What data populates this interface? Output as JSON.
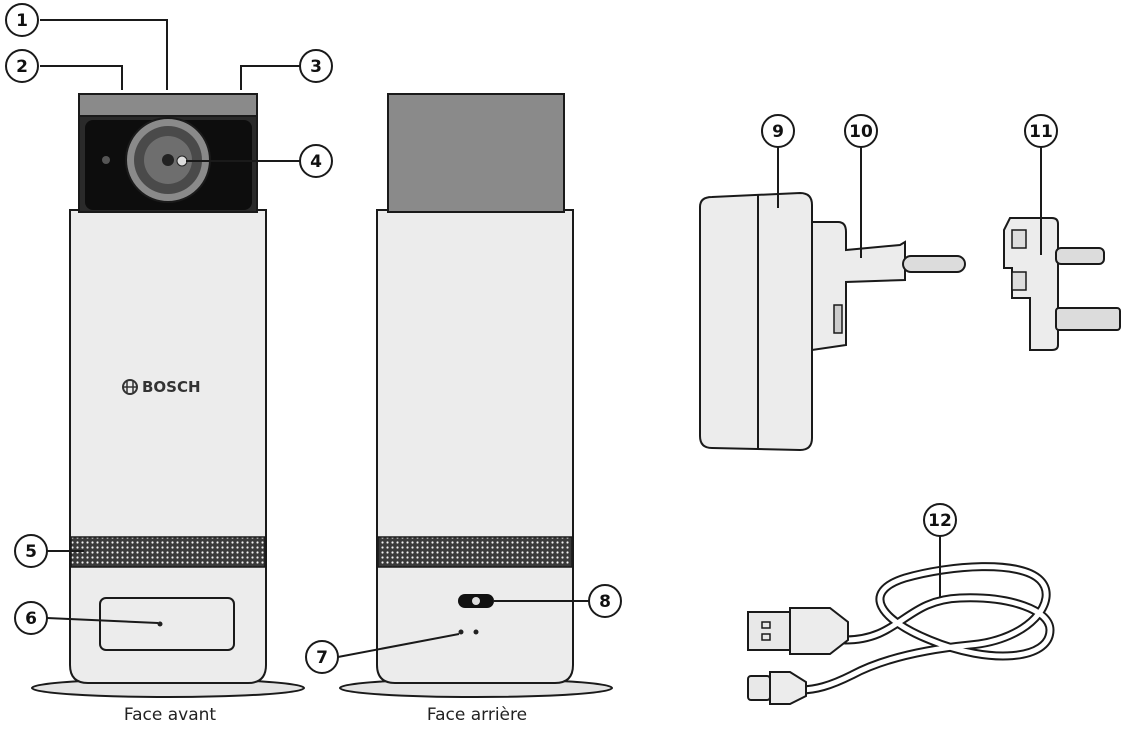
{
  "brand": "BOSCH",
  "captions": {
    "front": "Face avant",
    "back": "Face arrière"
  },
  "callouts": [
    "1",
    "2",
    "3",
    "4",
    "5",
    "6",
    "7",
    "8",
    "9",
    "10",
    "11",
    "12"
  ],
  "colors": {
    "body_fill": "#ececec",
    "outline": "#1a1a1a",
    "top_cap": "#8a8a8a",
    "lens_panel": "#111111",
    "speaker": "#2b2b2b"
  }
}
